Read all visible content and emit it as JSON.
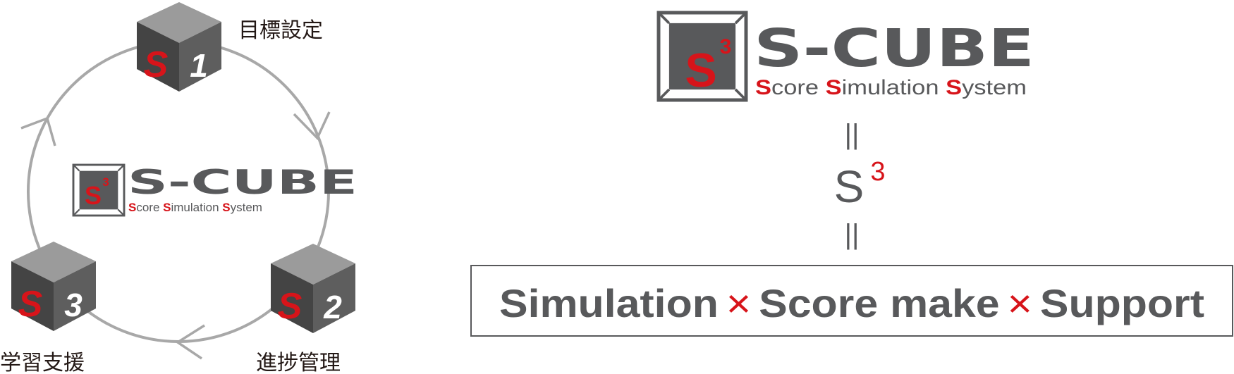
{
  "cycle": {
    "steps": [
      {
        "s_letter": "S",
        "number": "1",
        "label": "目標設定"
      },
      {
        "s_letter": "S",
        "number": "2",
        "label": "進捗管理"
      },
      {
        "s_letter": "S",
        "number": "3",
        "label": "学習支援"
      }
    ]
  },
  "logo": {
    "s": "S",
    "superscript": "3",
    "title": "S-CUBE",
    "subtitle": [
      {
        "initial": "S",
        "rest": "core "
      },
      {
        "initial": "S",
        "rest": "imulation "
      },
      {
        "initial": "S",
        "rest": "ystem"
      }
    ]
  },
  "equation": {
    "equals_top": "||",
    "s": "S",
    "superscript": "3",
    "equals_bottom": "||",
    "box": {
      "term1": "Simulation",
      "times1": "×",
      "term2": "Score make",
      "times2": "×",
      "term3": "Support"
    }
  },
  "colors": {
    "accent_red": "#d7141a",
    "dark_gray": "#58595b",
    "cycle_line": "#a8a8a8",
    "cube_top": "#9b9b9b",
    "cube_left": "#444444",
    "cube_right": "#5e5e5e"
  }
}
